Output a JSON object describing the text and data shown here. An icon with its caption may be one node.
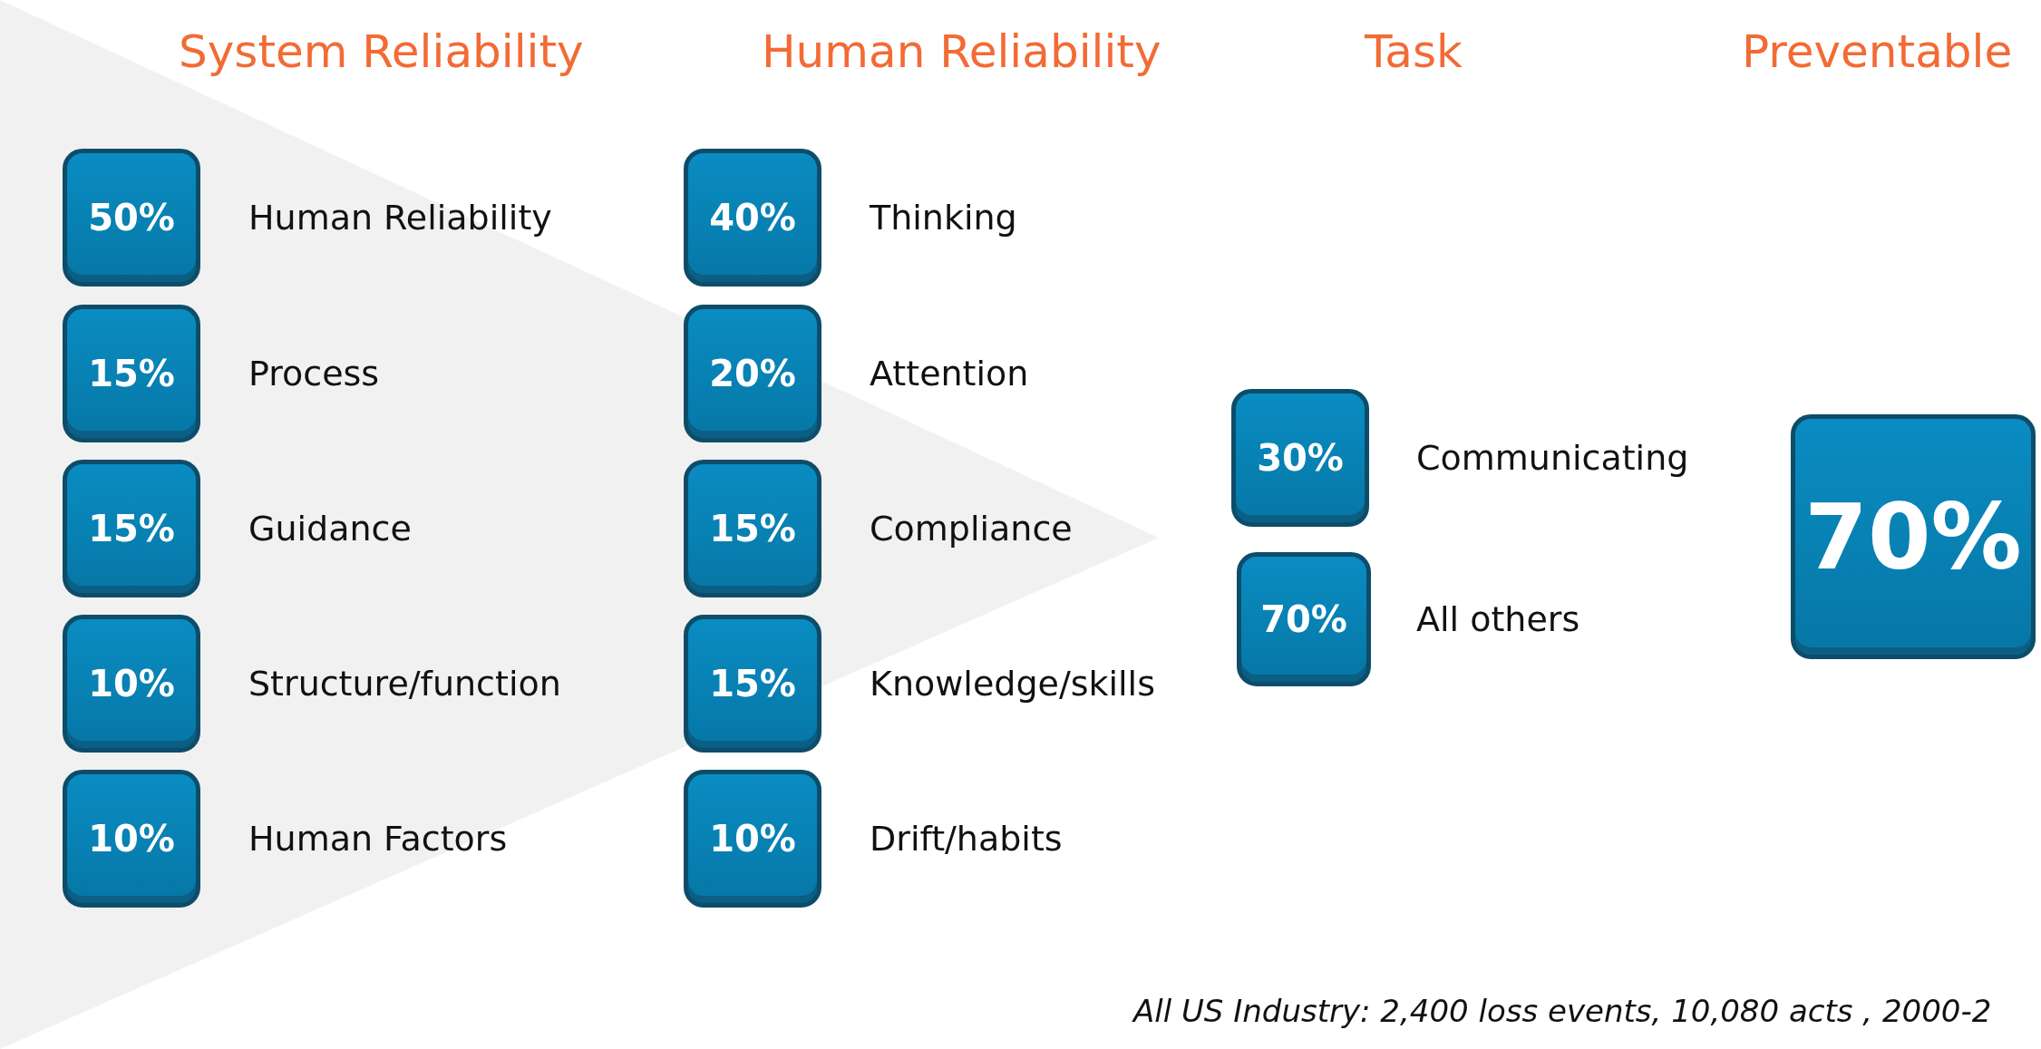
{
  "diagram": {
    "caption": "All US Industry: 2,400 loss events, 10,080 acts , 2000-2",
    "nodes": [
      {
        "text": [
          "50%"
        ],
        "beside": [
          "Human Reliability"
        ]
      },
      {
        "text": [
          "15%"
        ],
        "beside": [
          "Process"
        ]
      },
      {
        "text": [
          "15%"
        ],
        "beside": [
          "Guidance"
        ]
      },
      {
        "text": [
          "10%"
        ],
        "beside": [
          "Structure/function"
        ]
      },
      {
        "text": [
          "10%"
        ],
        "beside": [
          "Human Factors"
        ]
      },
      {
        "text": [
          "40%"
        ],
        "beside": [
          "Thinking"
        ]
      },
      {
        "text": [
          "20%"
        ],
        "beside": [
          "Attention"
        ]
      },
      {
        "text": [
          "15%"
        ],
        "beside": [
          "Compliance"
        ]
      },
      {
        "text": [
          "15%"
        ],
        "beside": [
          "Knowledge/skills"
        ]
      },
      {
        "text": [
          "10%"
        ],
        "beside": [
          "Drift/habits"
        ]
      },
      {
        "text": [
          "30%"
        ],
        "beside": [
          "Communicating"
        ]
      },
      {
        "text": [
          "70%"
        ],
        "beside": [
          "All others"
        ]
      },
      {
        "text": [
          "70%"
        ]
      }
    ],
    "edges": [],
    "labels": [
      "System Reliability",
      "Human Reliability",
      "Task",
      "Preventable"
    ]
  }
}
